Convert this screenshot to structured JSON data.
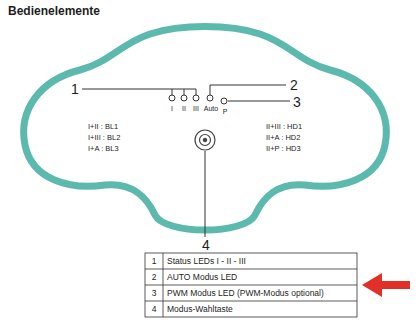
{
  "diagram": {
    "title": "Bedienelemente",
    "labels": [
      "1",
      "2",
      "3",
      "I",
      "II",
      "III",
      "Auto",
      "P",
      "I+II : BL1",
      "I+III : BL2",
      "I+A : BL3",
      "II+III : HD1",
      "II+A : HD2",
      "II+P : HD3",
      "4",
      "1",
      "Status LEDs I - II - III",
      "2",
      "AUTO Modus LED",
      "3",
      "PWM Modus LED (PWM-Modus optional)",
      "4",
      "Modus-Wahltaste"
    ]
  }
}
